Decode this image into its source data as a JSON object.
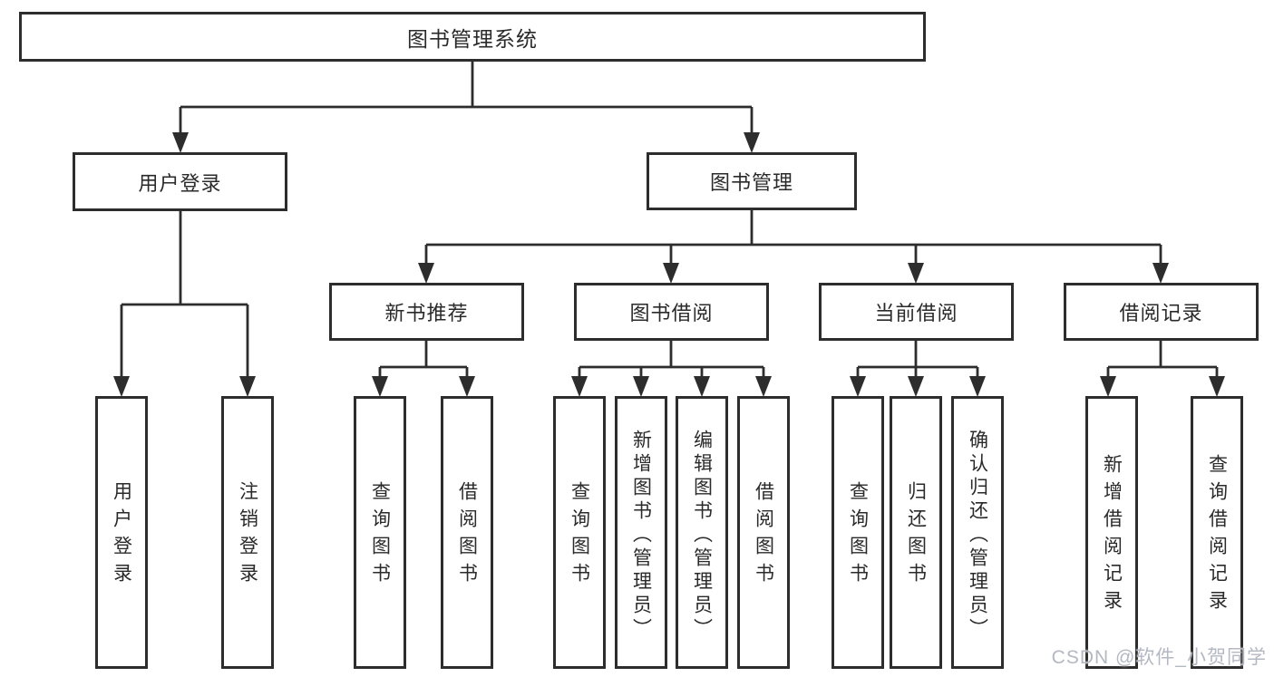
{
  "tree": {
    "label": "图书管理系统",
    "children": [
      {
        "label": "用户登录",
        "children": [
          {
            "label": "用户登录"
          },
          {
            "label": "注销登录"
          }
        ]
      },
      {
        "label": "图书管理",
        "children": [
          {
            "label": "新书推荐",
            "children": [
              {
                "label": "查询图书"
              },
              {
                "label": "借阅图书"
              }
            ]
          },
          {
            "label": "图书借阅",
            "children": [
              {
                "label": "查询图书"
              },
              {
                "label": "新增图书（管理员）"
              },
              {
                "label": "编辑图书（管理员）"
              },
              {
                "label": "借阅图书"
              }
            ]
          },
          {
            "label": "当前借阅",
            "children": [
              {
                "label": "查询图书"
              },
              {
                "label": "归还图书"
              },
              {
                "label": "确认归还（管理员）"
              }
            ]
          },
          {
            "label": "借阅记录",
            "children": [
              {
                "label": "新增借阅记录"
              },
              {
                "label": "查询借阅记录"
              }
            ]
          }
        ]
      }
    ]
  },
  "watermark": {
    "text": "CSDN @软件_小贺同学"
  },
  "colors": {
    "line": "#2d2d2d",
    "text": "#2a2a2a",
    "watermark": "#b3b8c2",
    "background": "#ffffff"
  }
}
